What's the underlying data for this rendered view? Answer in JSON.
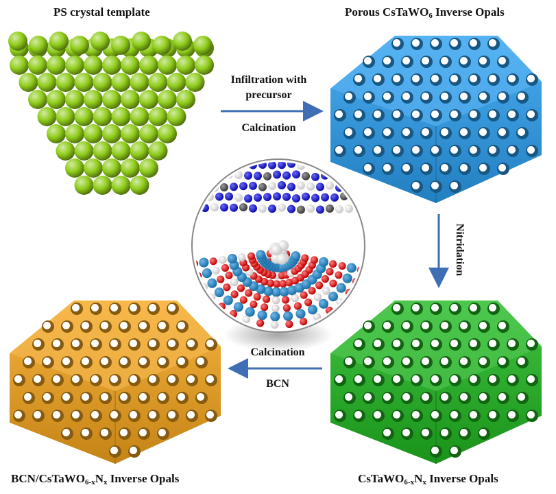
{
  "titles": {
    "ps": "PS crystal template",
    "porous_a": "Porous CsTaWO",
    "porous_sub": "6",
    "porous_b": " Inverse Opals",
    "bcn_a": "BCN/CsTaWO",
    "bcn_sub1": "6-x",
    "bcn_mid": "N",
    "bcn_sub2": "x",
    "bcn_b": " Inverse Opals",
    "n_a": "CsTaWO",
    "n_sub1": "6-x",
    "n_mid": "N",
    "n_sub2": "x",
    "n_b": " Inverse Opals"
  },
  "steps": {
    "infiltration_1": "Infiltration with",
    "infiltration_2": "precursor",
    "calcination_top": "Calcination",
    "nitridation": "Nitridation",
    "calcination_bottom": "Calcination",
    "bcn": "BCN"
  },
  "colors": {
    "ps_spheres": "#8fcc1a",
    "porous": "#2a9ff0",
    "nitrided": "#1fb81f",
    "bcn": "#f5a51c",
    "arrow": "#3f6eb5"
  }
}
